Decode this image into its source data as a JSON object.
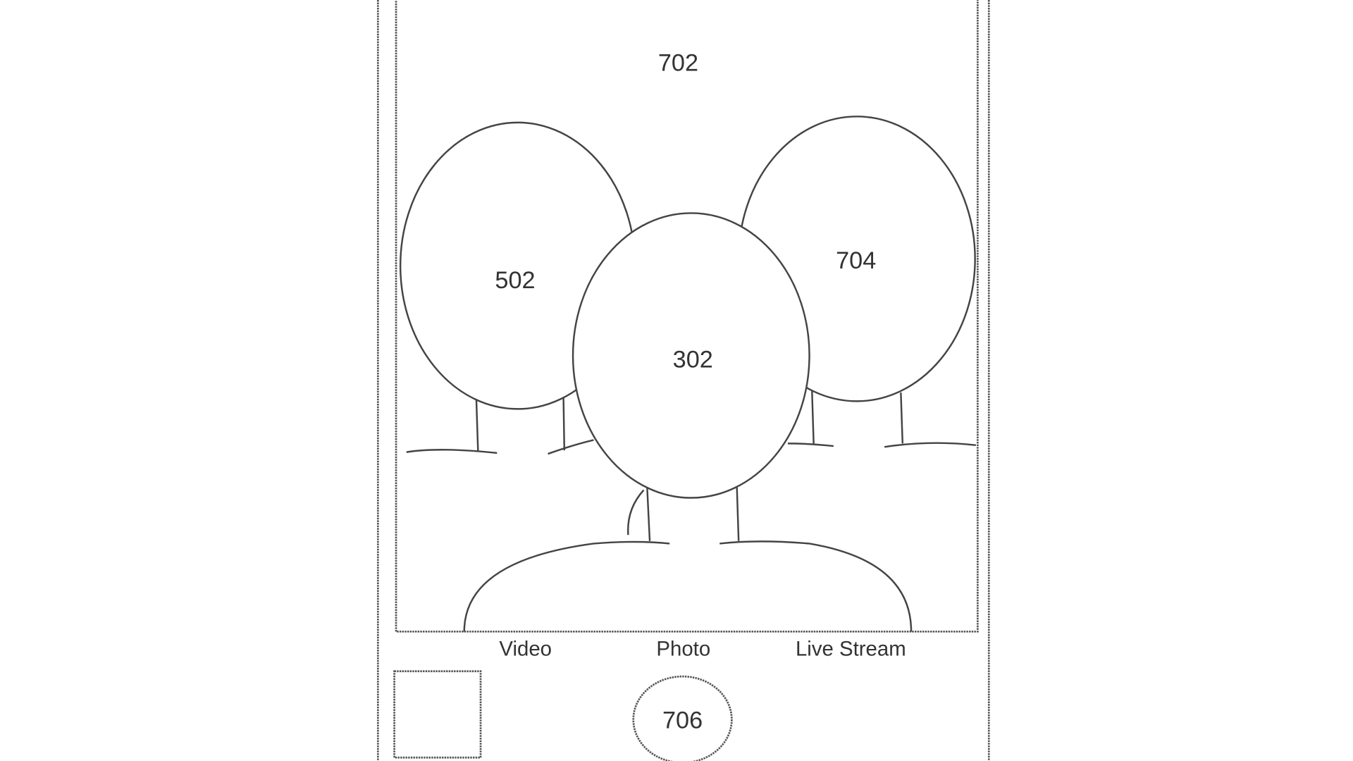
{
  "labels": {
    "preview": "702",
    "person_left": "502",
    "person_center": "302",
    "person_right": "704",
    "shutter": "706"
  },
  "modes": [
    "Video",
    "Photo",
    "Live Stream"
  ]
}
